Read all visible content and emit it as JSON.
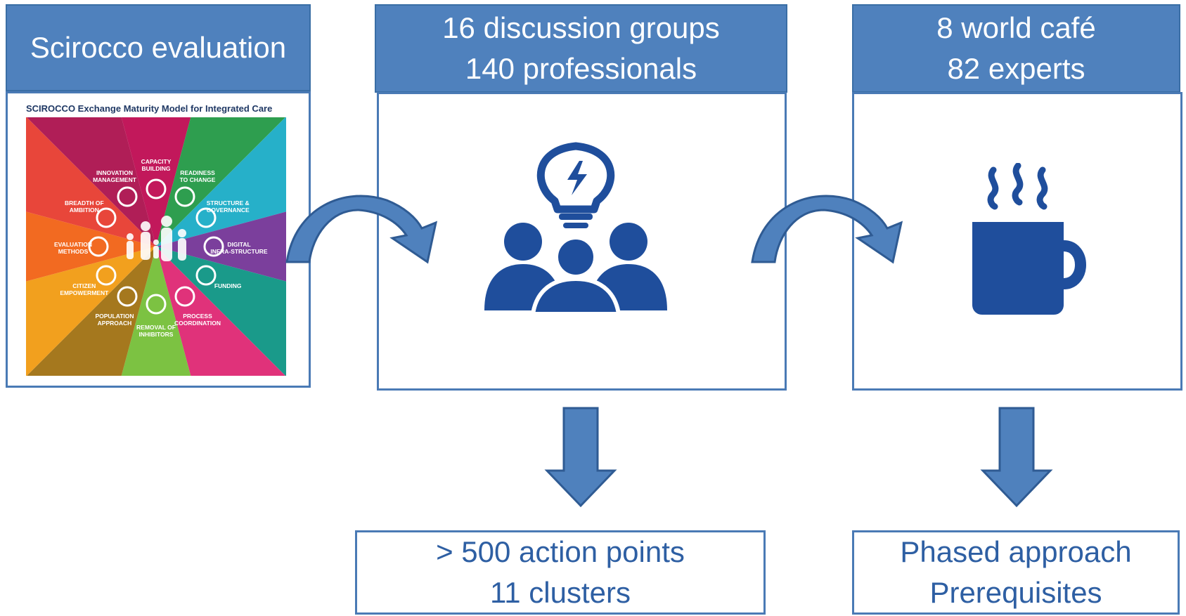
{
  "colors": {
    "header_fill": "#4f81bd",
    "border": "#4a7ab5",
    "icon_blue": "#1f4e9c",
    "output_text": "#2e5fa3"
  },
  "step1": {
    "title": "Scirocco evaluation",
    "image_title": "SCIROCCO Exchange Maturity Model for Integrated Care",
    "segments": [
      {
        "name": "CAPACITY BUILDING",
        "line1": "CAPACITY",
        "line2": "BUILDING",
        "color": "#c2185b"
      },
      {
        "name": "READINESS TO CHANGE",
        "line1": "READINESS",
        "line2": "TO CHANGE",
        "color": "#2e9e4f"
      },
      {
        "name": "STRUCTURE & GOVERNANCE",
        "line1": "STRUCTURE &",
        "line2": "GOVERNANCE",
        "color": "#26b0c9"
      },
      {
        "name": "DIGITAL INFRA-STRUCTURE",
        "line1": "DIGITAL",
        "line2": "INFRA-STRUCTURE",
        "color": "#7b3f9c"
      },
      {
        "name": "FUNDING",
        "line1": "FUNDING",
        "line2": "",
        "color": "#1a9a8a"
      },
      {
        "name": "PROCESS COORDINATION",
        "line1": "PROCESS",
        "line2": "COORDINATION",
        "color": "#e0327a"
      },
      {
        "name": "REMOVAL OF INHIBITORS",
        "line1": "REMOVAL OF",
        "line2": "INHIBITORS",
        "color": "#7cc242"
      },
      {
        "name": "POPULATION APPROACH",
        "line1": "POPULATION",
        "line2": "APPROACH",
        "color": "#a5781e"
      },
      {
        "name": "CITIZEN EMPOWERMENT",
        "line1": "CITIZEN",
        "line2": "EMPOWERMENT",
        "color": "#f2a01e"
      },
      {
        "name": "EVALUATION METHODS",
        "line1": "EVALUATION",
        "line2": "METHODS",
        "color": "#f26a21"
      },
      {
        "name": "BREADTH OF AMBITION",
        "line1": "BREADTH OF",
        "line2": "AMBITION",
        "color": "#e8463a"
      },
      {
        "name": "INNOVATION MANAGEMENT",
        "line1": "INNOVATION",
        "line2": "MANAGEMENT",
        "color": "#b01e57"
      }
    ]
  },
  "step2": {
    "title_line1": "16 discussion groups",
    "title_line2": "140 professionals",
    "icon": "people-idea-icon",
    "output_line1": "> 500 action points",
    "output_line2": "11 clusters"
  },
  "step3": {
    "title_line1": "8 world café",
    "title_line2": "82 experts",
    "icon": "coffee-mug-icon",
    "output_line1": "Phased approach",
    "output_line2": "Prerequisites"
  }
}
